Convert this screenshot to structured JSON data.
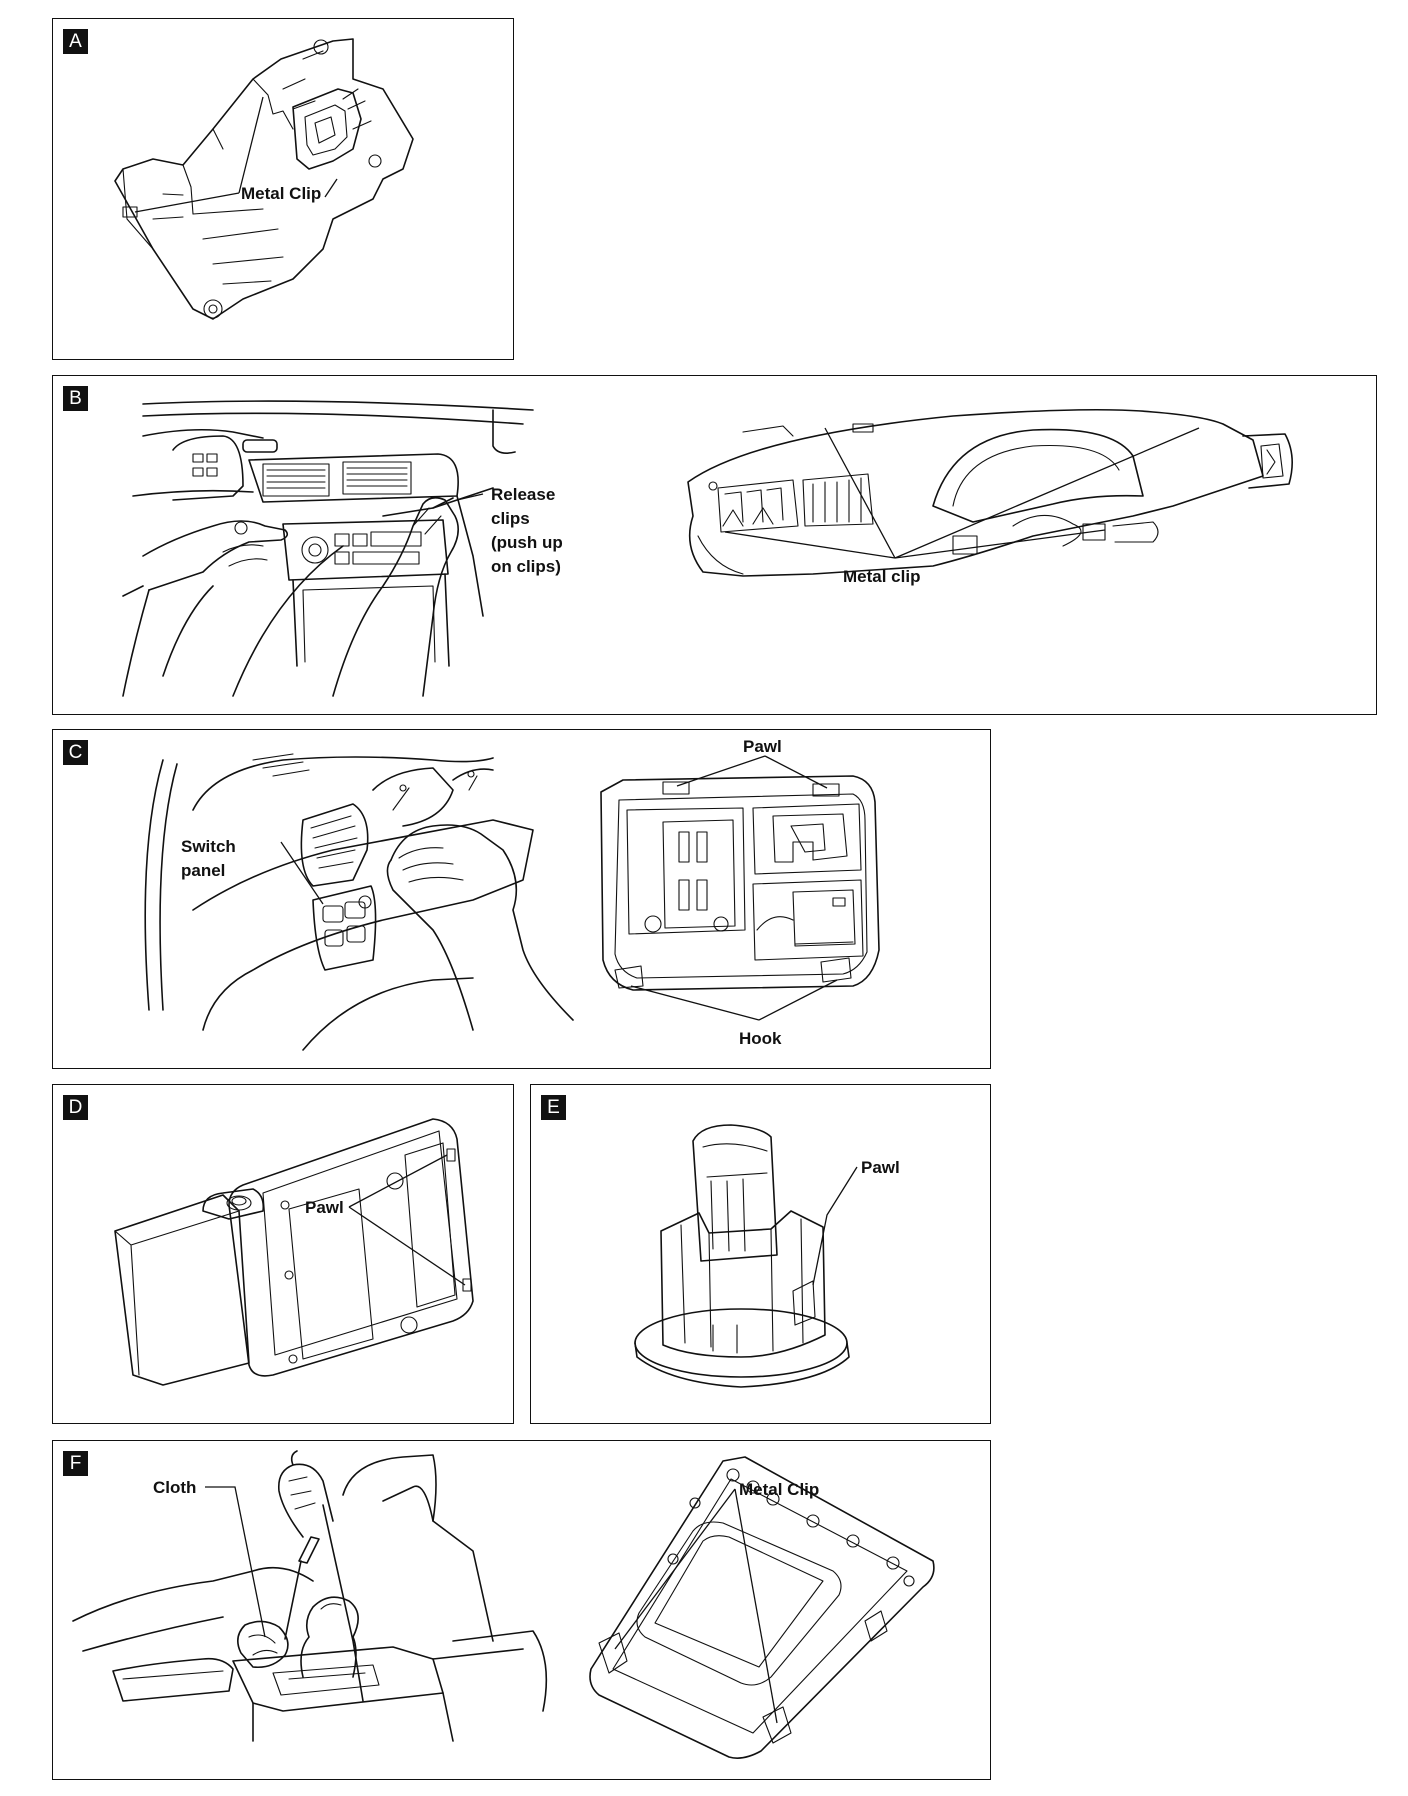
{
  "panels": [
    {
      "letter": "A",
      "labels": [
        "Metal Clip"
      ]
    },
    {
      "letter": "B",
      "labels": [
        "Release",
        "clips",
        "(push up",
        "on clips)",
        "Metal clip"
      ]
    },
    {
      "letter": "C",
      "labels": [
        "Pawl",
        "Switch",
        "panel",
        "Hook"
      ]
    },
    {
      "letter": "D",
      "labels": [
        "Pawl"
      ]
    },
    {
      "letter": "E",
      "labels": [
        "Pawl"
      ]
    },
    {
      "letter": "F",
      "labels": [
        "Cloth",
        "Metal Clip"
      ]
    }
  ],
  "icons": [
    "trim-panel-illustration",
    "dashboard-illustration",
    "switch-panel-illustration",
    "console-panel-illustration",
    "switch-knob-illustration",
    "shift-console-illustration"
  ]
}
